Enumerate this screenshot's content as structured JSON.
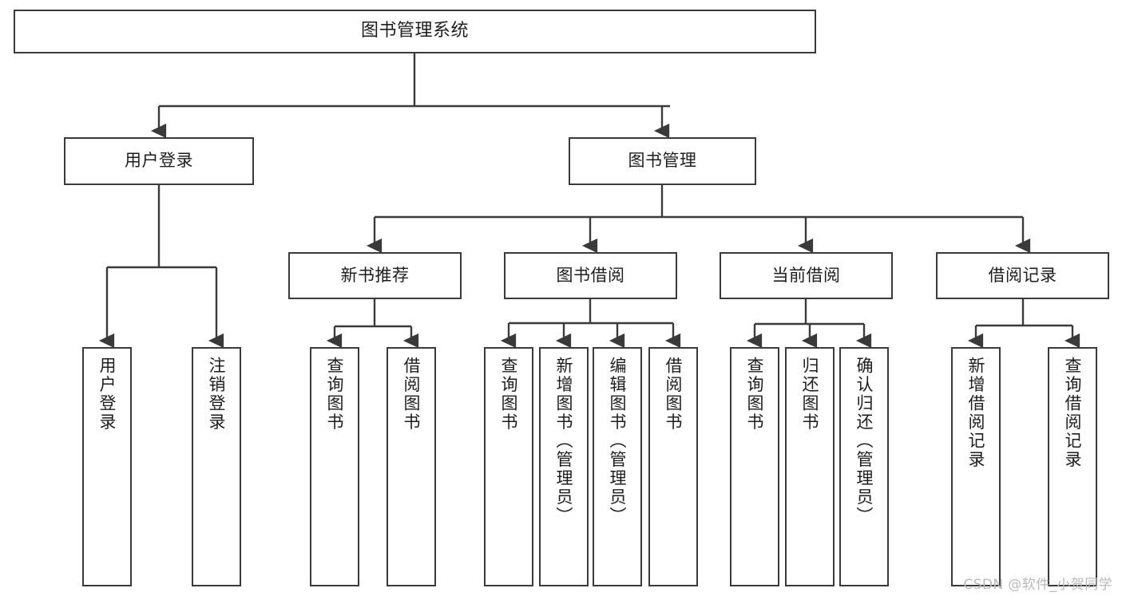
{
  "diagram": {
    "type": "tree",
    "title": "图书管理系统",
    "stroke_color": "#3a3a3a",
    "background_color": "#ffffff",
    "text_color": "#1d1d1d",
    "nodes": {
      "root": {
        "label": "图书管理系统"
      },
      "level2": [
        {
          "label": "用户登录"
        },
        {
          "label": "图书管理"
        }
      ],
      "level3": [
        {
          "label": "新书推荐"
        },
        {
          "label": "图书借阅"
        },
        {
          "label": "当前借阅"
        },
        {
          "label": "借阅记录"
        }
      ],
      "leaves": {
        "user_login": [
          {
            "label": "用户登录"
          },
          {
            "label": "注销登录"
          }
        ],
        "new_book_recommend": [
          {
            "label": "查询图书"
          },
          {
            "label": "借阅图书"
          }
        ],
        "book_borrow": [
          {
            "label": "查询图书"
          },
          {
            "label": "新增图书（管理员）"
          },
          {
            "label": "编辑图书（管理员）"
          },
          {
            "label": "借阅图书"
          }
        ],
        "current_borrow": [
          {
            "label": "查询图书"
          },
          {
            "label": "归还图书"
          },
          {
            "label": "确认归还（管理员）"
          }
        ],
        "borrow_record": [
          {
            "label": "新增借阅记录"
          },
          {
            "label": "查询借阅记录"
          }
        ]
      }
    }
  },
  "watermark": {
    "text": "CSDN @软件_小贺同学"
  }
}
